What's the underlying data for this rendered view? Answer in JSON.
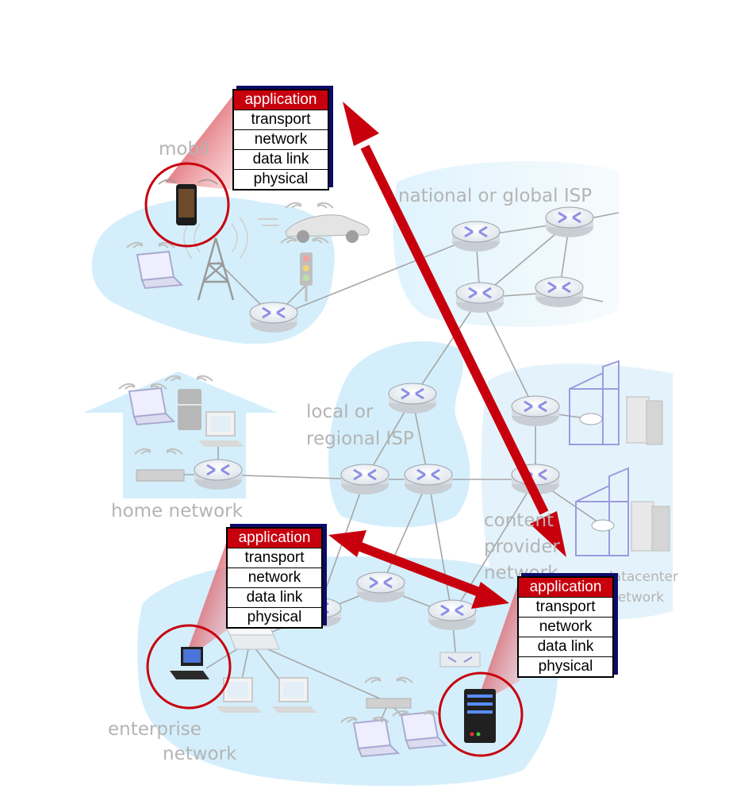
{
  "labels": {
    "mobile": "mobil",
    "national_isp": "national or global ISP",
    "local_isp_line1": "local or",
    "local_isp_line2": "regional ISP",
    "home": "home network",
    "content_line1": "content",
    "content_line2": "provider",
    "content_line3": "network",
    "datacenter_line1": "datacenter",
    "datacenter_line2": "network",
    "enterprise_line1": "enterprise",
    "enterprise_line2": "network"
  },
  "protocol_stack": {
    "layers": [
      "application",
      "transport",
      "network",
      "data link",
      "physical"
    ]
  },
  "colors": {
    "highlight_red": "#c8000e",
    "stack_shadow": "#0b0b6b",
    "network_blue": "#cfeefc",
    "faded_label": "#b4b4b4"
  }
}
